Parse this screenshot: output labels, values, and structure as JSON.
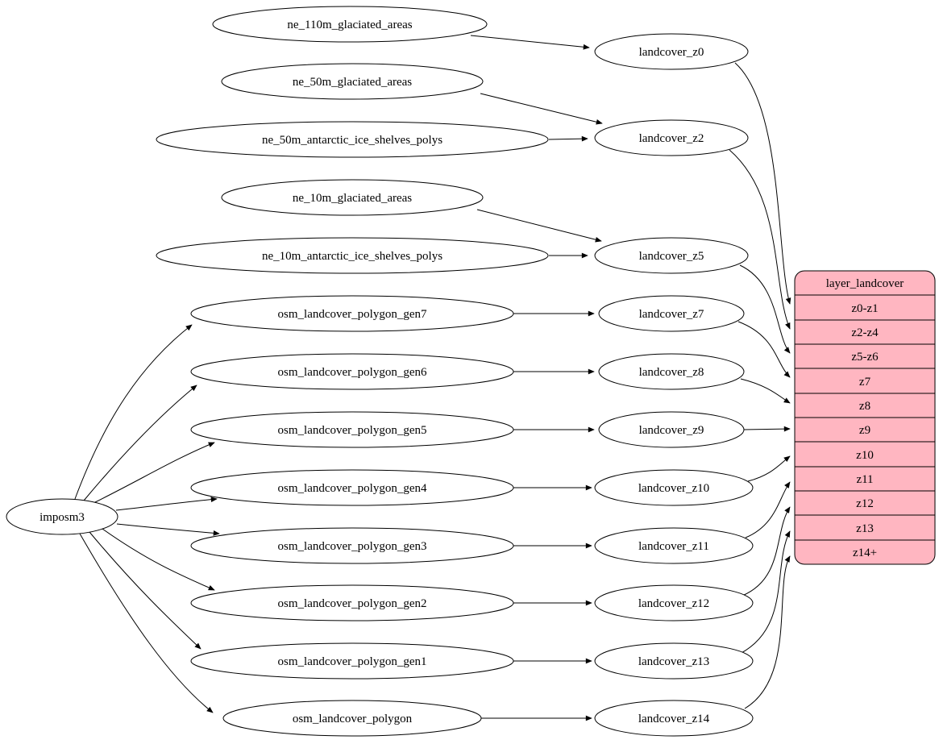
{
  "diagram": {
    "type": "dependency-graph",
    "background": "#ffffff",
    "record_fill": "#ffb6c1",
    "stroke_color": "#000000"
  },
  "labels": {
    "imposm3": "imposm3",
    "ne_110m_glaciated_areas": "ne_110m_glaciated_areas",
    "ne_50m_glaciated_areas": "ne_50m_glaciated_areas",
    "ne_50m_antarctic_ice_shelves_polys": "ne_50m_antarctic_ice_shelves_polys",
    "ne_10m_glaciated_areas": "ne_10m_glaciated_areas",
    "ne_10m_antarctic_ice_shelves_polys": "ne_10m_antarctic_ice_shelves_polys",
    "osm_landcover_polygon_gen7": "osm_landcover_polygon_gen7",
    "osm_landcover_polygon_gen6": "osm_landcover_polygon_gen6",
    "osm_landcover_polygon_gen5": "osm_landcover_polygon_gen5",
    "osm_landcover_polygon_gen4": "osm_landcover_polygon_gen4",
    "osm_landcover_polygon_gen3": "osm_landcover_polygon_gen3",
    "osm_landcover_polygon_gen2": "osm_landcover_polygon_gen2",
    "osm_landcover_polygon_gen1": "osm_landcover_polygon_gen1",
    "osm_landcover_polygon": "osm_landcover_polygon",
    "landcover_z0": "landcover_z0",
    "landcover_z2": "landcover_z2",
    "landcover_z5": "landcover_z5",
    "landcover_z7": "landcover_z7",
    "landcover_z8": "landcover_z8",
    "landcover_z9": "landcover_z9",
    "landcover_z10": "landcover_z10",
    "landcover_z11": "landcover_z11",
    "landcover_z12": "landcover_z12",
    "landcover_z13": "landcover_z13",
    "landcover_z14": "landcover_z14"
  },
  "record": {
    "header": "layer_landcover",
    "rows": [
      "z0-z1",
      "z2-z4",
      "z5-z6",
      "z7",
      "z8",
      "z9",
      "z10",
      "z11",
      "z12",
      "z13",
      "z14+"
    ]
  },
  "edges": [
    {
      "from": "ne_110m_glaciated_areas",
      "to": "landcover_z0"
    },
    {
      "from": "ne_50m_glaciated_areas",
      "to": "landcover_z2"
    },
    {
      "from": "ne_50m_antarctic_ice_shelves_polys",
      "to": "landcover_z2"
    },
    {
      "from": "ne_10m_glaciated_areas",
      "to": "landcover_z5"
    },
    {
      "from": "ne_10m_antarctic_ice_shelves_polys",
      "to": "landcover_z5"
    },
    {
      "from": "imposm3",
      "to": "osm_landcover_polygon_gen7"
    },
    {
      "from": "imposm3",
      "to": "osm_landcover_polygon_gen6"
    },
    {
      "from": "imposm3",
      "to": "osm_landcover_polygon_gen5"
    },
    {
      "from": "imposm3",
      "to": "osm_landcover_polygon_gen4"
    },
    {
      "from": "imposm3",
      "to": "osm_landcover_polygon_gen3"
    },
    {
      "from": "imposm3",
      "to": "osm_landcover_polygon_gen2"
    },
    {
      "from": "imposm3",
      "to": "osm_landcover_polygon_gen1"
    },
    {
      "from": "imposm3",
      "to": "osm_landcover_polygon"
    },
    {
      "from": "osm_landcover_polygon_gen7",
      "to": "landcover_z7"
    },
    {
      "from": "osm_landcover_polygon_gen6",
      "to": "landcover_z8"
    },
    {
      "from": "osm_landcover_polygon_gen5",
      "to": "landcover_z9"
    },
    {
      "from": "osm_landcover_polygon_gen4",
      "to": "landcover_z10"
    },
    {
      "from": "osm_landcover_polygon_gen3",
      "to": "landcover_z11"
    },
    {
      "from": "osm_landcover_polygon_gen2",
      "to": "landcover_z12"
    },
    {
      "from": "osm_landcover_polygon_gen1",
      "to": "landcover_z13"
    },
    {
      "from": "osm_landcover_polygon",
      "to": "landcover_z14"
    },
    {
      "from": "landcover_z0",
      "to": "layer_landcover:z0-z1"
    },
    {
      "from": "landcover_z2",
      "to": "layer_landcover:z2-z4"
    },
    {
      "from": "landcover_z5",
      "to": "layer_landcover:z5-z6"
    },
    {
      "from": "landcover_z7",
      "to": "layer_landcover:z7"
    },
    {
      "from": "landcover_z8",
      "to": "layer_landcover:z8"
    },
    {
      "from": "landcover_z9",
      "to": "layer_landcover:z9"
    },
    {
      "from": "landcover_z10",
      "to": "layer_landcover:z10"
    },
    {
      "from": "landcover_z11",
      "to": "layer_landcover:z11"
    },
    {
      "from": "landcover_z12",
      "to": "layer_landcover:z12"
    },
    {
      "from": "landcover_z13",
      "to": "layer_landcover:z13"
    },
    {
      "from": "landcover_z14",
      "to": "layer_landcover:z14+"
    }
  ]
}
